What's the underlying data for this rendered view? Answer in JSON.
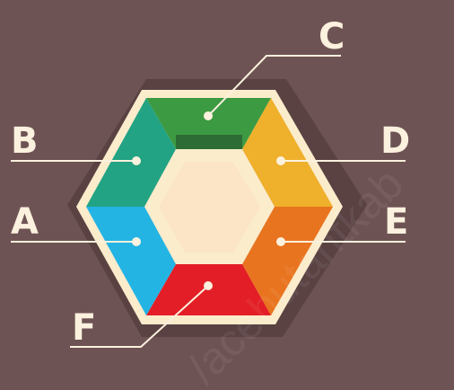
{
  "diagram": {
    "segments": [
      {
        "id": "C",
        "label": "C",
        "color": "#3c9a42",
        "shade": "#2d6c34"
      },
      {
        "id": "D",
        "label": "D",
        "color": "#efb02c",
        "shade": "#c68a22"
      },
      {
        "id": "E",
        "label": "E",
        "color": "#e9741f",
        "shade": "#bb5516"
      },
      {
        "id": "F",
        "label": "F",
        "color": "#e31e26",
        "shade": "#b4161c"
      },
      {
        "id": "A",
        "label": "A",
        "color": "#23b4e4",
        "shade": "#1a87b0"
      },
      {
        "id": "B",
        "label": "B",
        "color": "#22a383",
        "shade": "#187862"
      }
    ],
    "colors": {
      "background": "#6e5354",
      "frame": "#fbeccc",
      "connector": "#fbf1de",
      "center": "#fbe5c6"
    }
  },
  "watermark": "/acehutantkab"
}
